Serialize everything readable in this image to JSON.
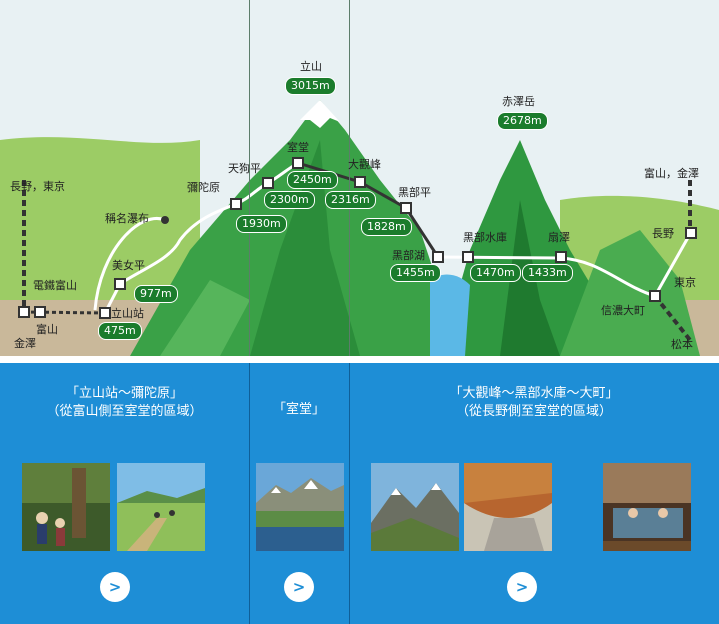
{
  "map": {
    "labels": {
      "nagano_tokyo_left": "長野，東京",
      "dentetsu_toyama": "電鐵富山",
      "toyama": "富山",
      "kanazawa": "金澤",
      "tateyama_station": "立山站",
      "shomyo_falls": "稱名瀑布",
      "bijodaira": "美女平",
      "midagahara": "彌陀原",
      "tengudaira": "天狗平",
      "murodo": "室堂",
      "tateyama": "立山",
      "daikanbo": "大觀峰",
      "kurobedaira": "黑部平",
      "kurobeko": "黑部湖",
      "kurobe_dam": "黑部水庫",
      "akazawadake": "赤澤岳",
      "ogizawa": "扇澤",
      "shinano_omachi": "信濃大町",
      "nagano": "長野",
      "tokyo": "東京",
      "toyama_kanazawa_right": "富山，金澤",
      "matsumoto": "松本"
    },
    "elevations": {
      "tateyama_station": "475m",
      "bijodaira": "977m",
      "midagahara": "1930m",
      "tengudaira": "2300m",
      "murodo": "2450m",
      "tateyama": "3015m",
      "daikanbo": "2316m",
      "kurobedaira": "1828m",
      "kurobeko": "1455m",
      "kurobe_dam": "1470m",
      "ogizawa": "1433m",
      "akazawadake": "2678m"
    }
  },
  "sections": [
    {
      "title_line1": "「立山站〜彌陀原」",
      "title_line2": "（從富山側至室堂的區域）",
      "button": ">"
    },
    {
      "title_line1": "「室堂」",
      "title_line2": "",
      "button": ">"
    },
    {
      "title_line1": "「大觀峰〜黑部水庫〜大町」",
      "title_line2": "（從長野側至室堂的區域）",
      "button": ">"
    }
  ],
  "colors": {
    "sky": "#e8f1f3",
    "mountain": "#3aa147",
    "mountain_dark": "#1f7a2f",
    "elevation_badge": "#1b7c2c",
    "bottom_panel": "#1e8ed6"
  }
}
